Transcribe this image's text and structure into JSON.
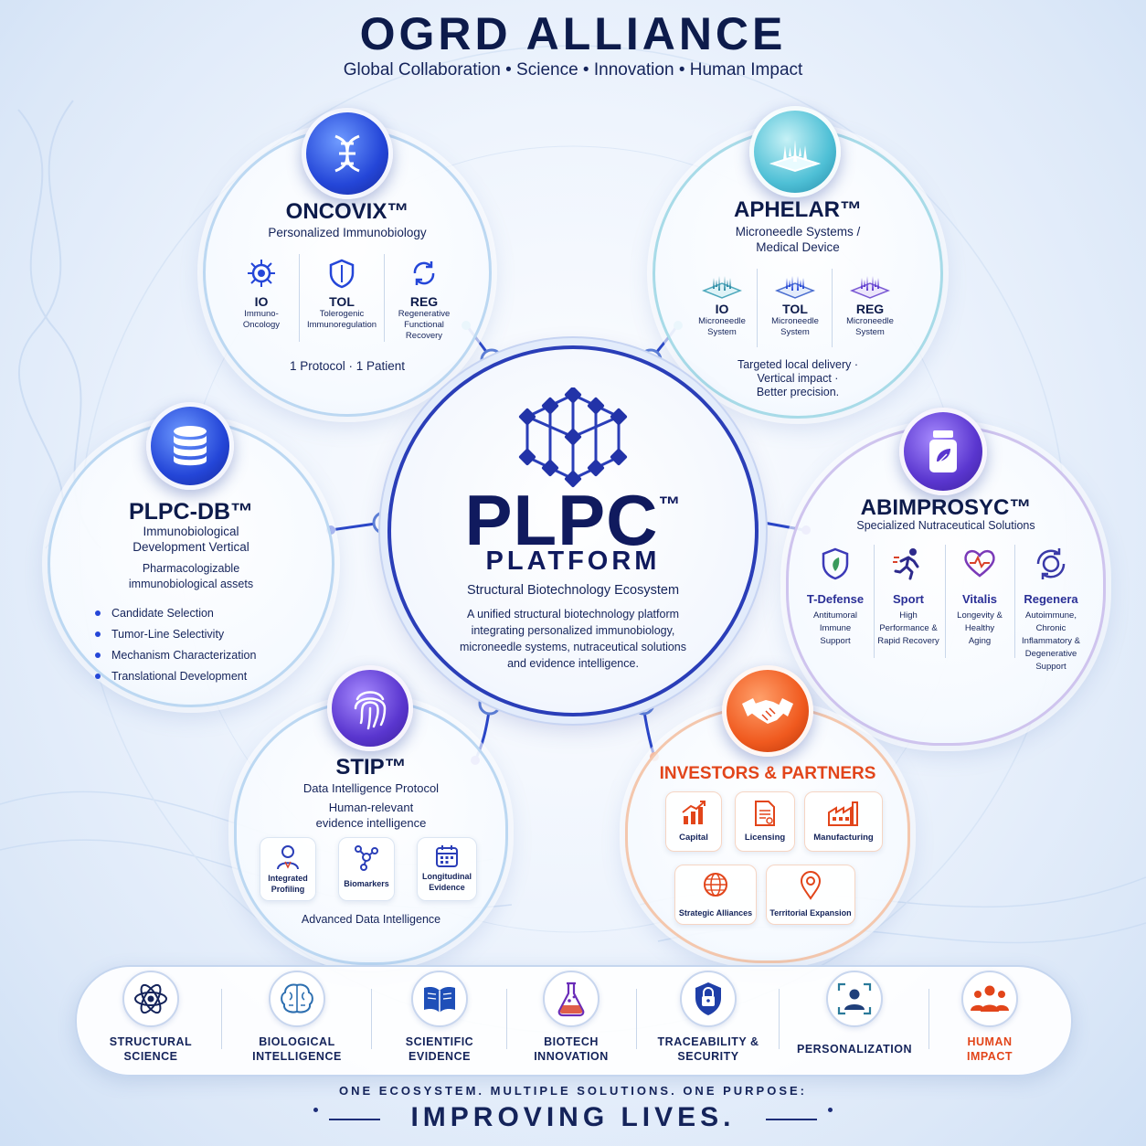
{
  "header": {
    "title": "OGRD ALLIANCE",
    "subtitle": "Global Collaboration • Science • Innovation • Human Impact"
  },
  "colors": {
    "navy": "#0d1b4b",
    "blue": "#2446d8",
    "teal": "#4fc0d6",
    "violet": "#5a36cf",
    "orange": "#f05a1f",
    "orange_text": "#e2451a"
  },
  "center": {
    "title": "PLPC",
    "tm": "™",
    "platform": "PLATFORM",
    "subtitle": "Structural Biotechnology Ecosystem",
    "description": "A unified structural biotechnology platform integrating personalized immunobiology, microneedle systems, nutraceutical solutions and evidence intelligence.",
    "icon": "hexagon-network-icon"
  },
  "oncovix": {
    "title": "ONCOVIX™",
    "subtitle": "Personalized Immunobiology",
    "icon": "dna-icon",
    "items": [
      {
        "code": "IO",
        "desc": "Immuno-\nOncology",
        "icon": "cell-icon"
      },
      {
        "code": "TOL",
        "desc": "Tolerogenic\nImmunoregulation",
        "icon": "shield-icon"
      },
      {
        "code": "REG",
        "desc": "Regenerative\nFunctional\nRecovery",
        "icon": "cycle-icon"
      }
    ],
    "footer": "1 Protocol · 1 Patient"
  },
  "aphelar": {
    "title": "APHELAR™",
    "subtitle": "Microneedle Systems /\nMedical Device",
    "icon": "microneedle-patch-icon",
    "items": [
      {
        "code": "IO",
        "desc": "Microneedle\nSystem",
        "icon": "microneedle-array-icon"
      },
      {
        "code": "TOL",
        "desc": "Microneedle\nSystem",
        "icon": "microneedle-array-icon"
      },
      {
        "code": "REG",
        "desc": "Microneedle\nSystem",
        "icon": "microneedle-array-icon"
      }
    ],
    "footer": "Targeted local delivery ·\nVertical impact ·\nBetter precision."
  },
  "plpcdb": {
    "title": "PLPC-DB™",
    "subtitle": "Immunobiological\nDevelopment Vertical",
    "icon": "database-icon",
    "tagline": "Pharmacologizable\nimmunobiological assets",
    "bullets": [
      "Candidate Selection",
      "Tumor-Line Selectivity",
      "Mechanism Characterization",
      "Translational Development"
    ]
  },
  "abimprosyc": {
    "title": "ABIMPROSYC™",
    "subtitle": "Specialized Nutraceutical Solutions",
    "icon": "supplement-jar-icon",
    "items": [
      {
        "code": "T-Defense",
        "desc": "Antitumoral\nImmune\nSupport",
        "icon": "shield-leaf-icon"
      },
      {
        "code": "Sport",
        "desc": "High\nPerformance &\nRapid Recovery",
        "icon": "runner-icon"
      },
      {
        "code": "Vitalis",
        "desc": "Longevity &\nHealthy\nAging",
        "icon": "heart-icon"
      },
      {
        "code": "Regenera",
        "desc": "Autoimmune,\nChronic\nInflammatory &\nDegenerative\nSupport",
        "icon": "regenerate-icon"
      }
    ]
  },
  "stip": {
    "title": "STIP™",
    "subtitle": "Data Intelligence Protocol",
    "icon": "fingerprint-icon",
    "tagline": "Human-relevant\nevidence intelligence",
    "items": [
      {
        "label": "Integrated\nProfiling",
        "icon": "person-profile-icon"
      },
      {
        "label": "Biomarkers",
        "icon": "molecule-icon"
      },
      {
        "label": "Longitudinal\nEvidence",
        "icon": "calendar-icon"
      }
    ],
    "footer": "Advanced Data Intelligence"
  },
  "investors": {
    "title": "INVESTORS & PARTNERS",
    "icon": "handshake-icon",
    "items": [
      {
        "label": "Capital",
        "icon": "growth-chart-icon"
      },
      {
        "label": "Licensing",
        "icon": "document-icon"
      },
      {
        "label": "Manufacturing",
        "icon": "factory-icon"
      },
      {
        "label": "Strategic Alliances",
        "icon": "globe-icon"
      },
      {
        "label": "Territorial Expansion",
        "icon": "location-pin-icon"
      }
    ]
  },
  "pillars": [
    {
      "label": "STRUCTURAL\nSCIENCE",
      "icon": "atom-icon"
    },
    {
      "label": "BIOLOGICAL\nINTELLIGENCE",
      "icon": "brain-icon"
    },
    {
      "label": "SCIENTIFIC\nEVIDENCE",
      "icon": "book-icon"
    },
    {
      "label": "BIOTECH\nINNOVATION",
      "icon": "flask-icon"
    },
    {
      "label": "TRACEABILITY &\nSECURITY",
      "icon": "lock-shield-icon"
    },
    {
      "label": "PERSONALIZATION",
      "icon": "user-focus-icon"
    },
    {
      "label": "HUMAN\nIMPACT",
      "icon": "people-icon"
    }
  ],
  "footer": {
    "line1": "ONE ECOSYSTEM. MULTIPLE SOLUTIONS. ONE PURPOSE:",
    "line2": "IMPROVING LIVES."
  }
}
